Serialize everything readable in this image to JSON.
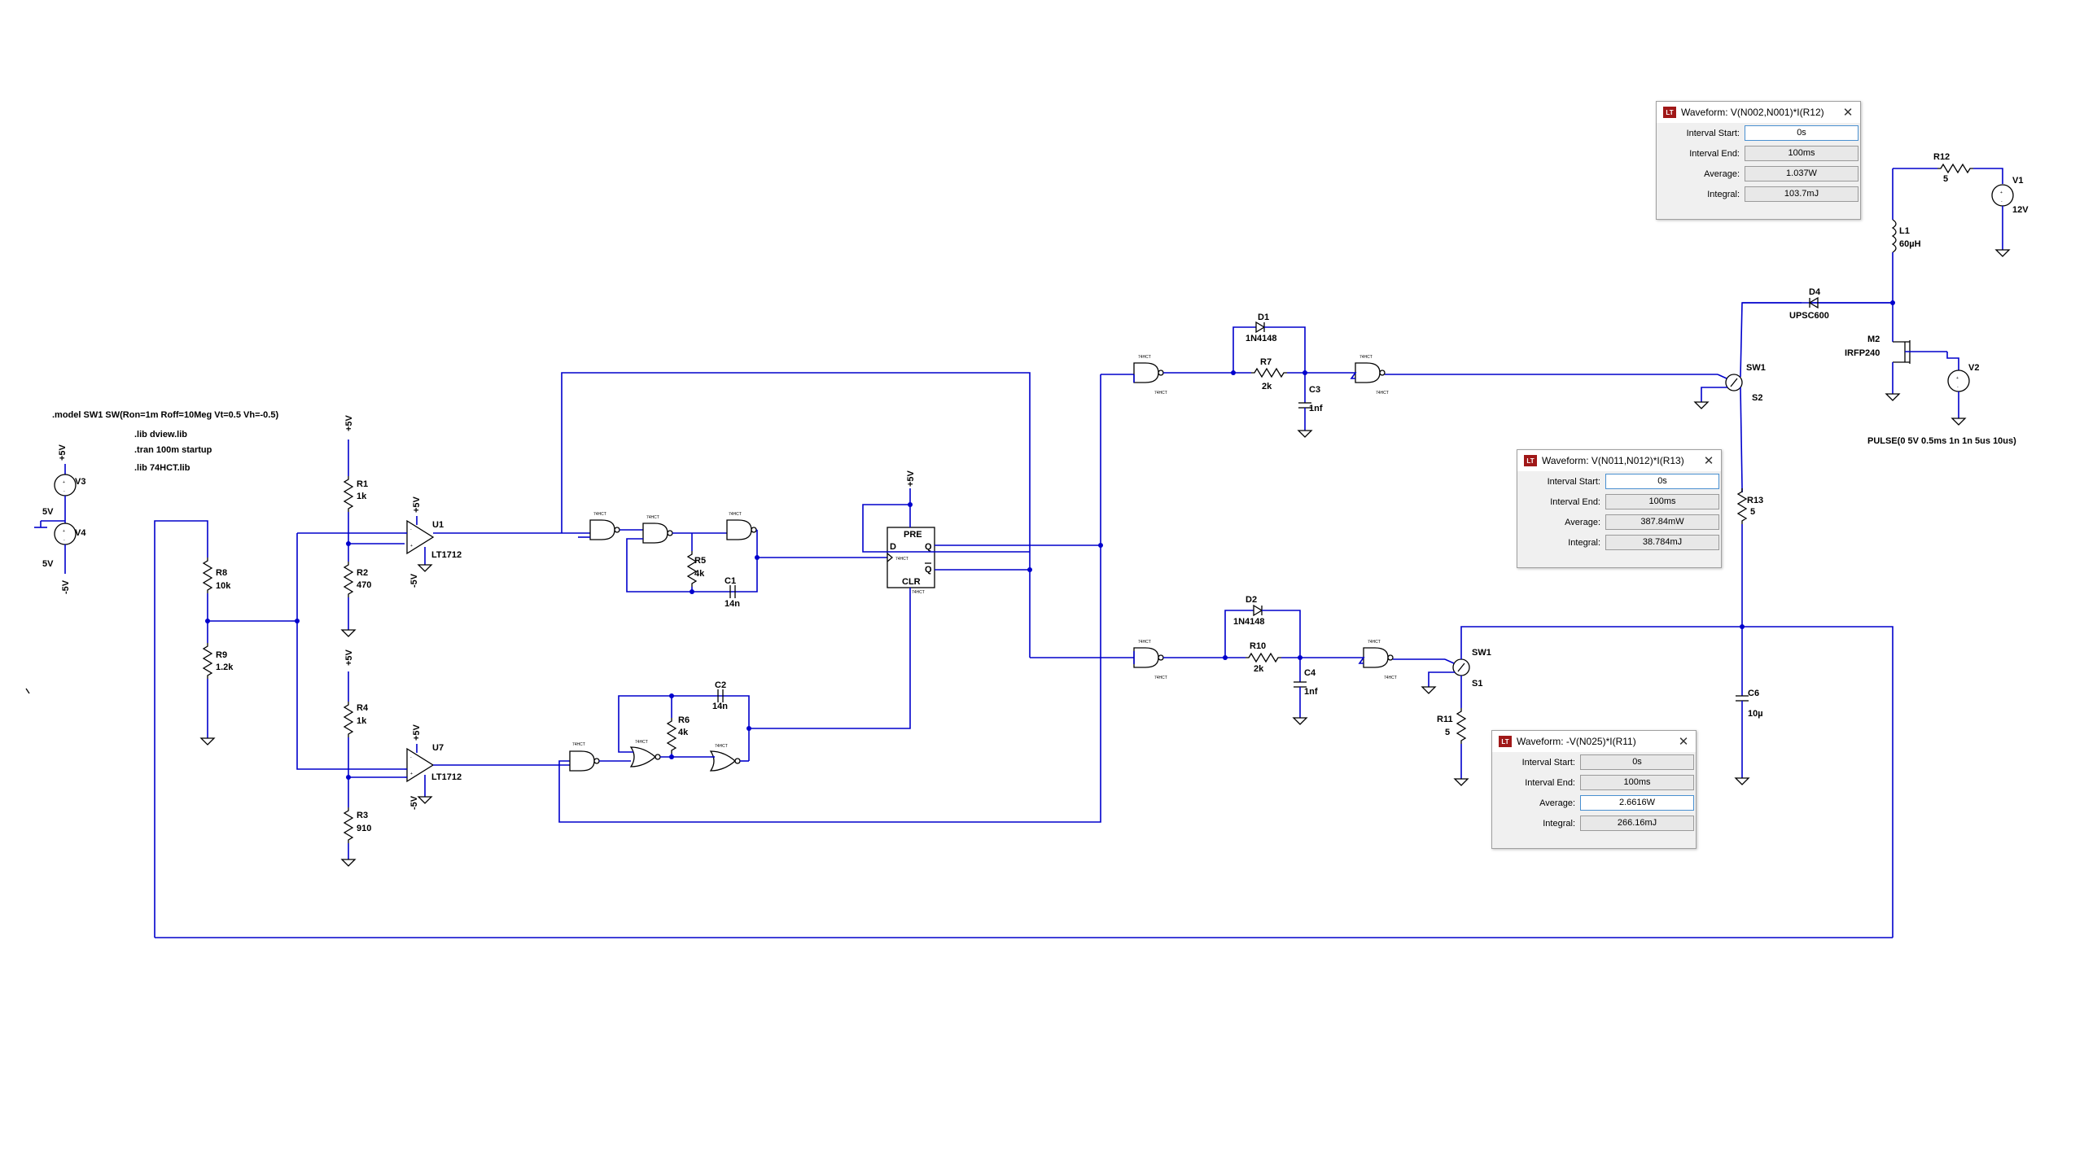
{
  "directives": {
    "model": ".model SW1 SW(Ron=1m Roff=10Meg Vt=0.5 Vh=-0.5)",
    "lib1": ".lib dview.lib",
    "tran": ".tran 100m startup",
    "lib2": ".lib 74HCT.lib"
  },
  "components": {
    "V3": {
      "name": "V3",
      "value": "5V",
      "net": "+5V"
    },
    "V4": {
      "name": "V4",
      "value": "5V",
      "net": "-5V"
    },
    "R1": {
      "name": "R1",
      "value": "1k"
    },
    "R2": {
      "name": "R2",
      "value": "470"
    },
    "R3": {
      "name": "R3",
      "value": "910"
    },
    "R4": {
      "name": "R4",
      "value": "1k"
    },
    "R5": {
      "name": "R5",
      "value": "4k"
    },
    "R6": {
      "name": "R6",
      "value": "4k"
    },
    "R7": {
      "name": "R7",
      "value": "2k"
    },
    "R8": {
      "name": "R8",
      "value": "10k"
    },
    "R9": {
      "name": "R9",
      "value": "1.2k"
    },
    "R10": {
      "name": "R10",
      "value": "2k"
    },
    "R11": {
      "name": "R11",
      "value": "5"
    },
    "R12": {
      "name": "R12",
      "value": "5"
    },
    "R13": {
      "name": "R13",
      "value": "5"
    },
    "C1": {
      "name": "C1",
      "value": "14n"
    },
    "C2": {
      "name": "C2",
      "value": "14n"
    },
    "C3": {
      "name": "C3",
      "value": "1nf"
    },
    "C4": {
      "name": "C4",
      "value": "1nf"
    },
    "C6": {
      "name": "C6",
      "value": "10µ"
    },
    "D1": {
      "name": "D1",
      "value": "1N4148"
    },
    "D2": {
      "name": "D2",
      "value": "1N4148"
    },
    "D4": {
      "name": "D4",
      "value": "UPSC600"
    },
    "U1": {
      "name": "U1",
      "value": "LT1712"
    },
    "U7": {
      "name": "U7",
      "value": "LT1712"
    },
    "L1": {
      "name": "L1",
      "value": "60µH"
    },
    "M2": {
      "name": "M2",
      "value": "IRFP240"
    },
    "V1": {
      "name": "V1",
      "value": "12V"
    },
    "V2": {
      "name": "V2",
      "value": "PULSE(0 5V 0.5ms 1n 1n 5us 10us)"
    },
    "SW1a": {
      "name": "SW1",
      "node": "S2"
    },
    "SW1b": {
      "name": "SW1",
      "node": "S1"
    },
    "FF": {
      "pre": "PRE",
      "clr": "CLR",
      "d": "D",
      "q": "Q",
      "qbar": "Q"
    }
  },
  "nets": {
    "pos5": "+5V",
    "neg5": "-5V"
  },
  "gate_label": "74HCT",
  "waveforms": [
    {
      "title": "Waveform: V(N002,N001)*I(R12)",
      "interval_start_label": "Interval Start:",
      "interval_start": "0s",
      "interval_end_label": "Interval End:",
      "interval_end": "100ms",
      "average_label": "Average:",
      "average": "1.037W",
      "integral_label": "Integral:",
      "integral": "103.7mJ",
      "close": "✕"
    },
    {
      "title": "Waveform: V(N011,N012)*I(R13)",
      "interval_start_label": "Interval Start:",
      "interval_start": "0s",
      "interval_end_label": "Interval End:",
      "interval_end": "100ms",
      "average_label": "Average:",
      "average": "387.84mW",
      "integral_label": "Integral:",
      "integral": "38.784mJ",
      "close": "✕"
    },
    {
      "title": "Waveform: -V(N025)*I(R11)",
      "interval_start_label": "Interval Start:",
      "interval_start": "0s",
      "interval_end_label": "Interval End:",
      "interval_end": "100ms",
      "average_label": "Average:",
      "average": "2.6616W",
      "integral_label": "Integral:",
      "integral": "266.16mJ",
      "close": "✕"
    }
  ],
  "colors": {
    "wire": "#0000cc",
    "component": "#000000",
    "title_icon": "#a01818"
  }
}
